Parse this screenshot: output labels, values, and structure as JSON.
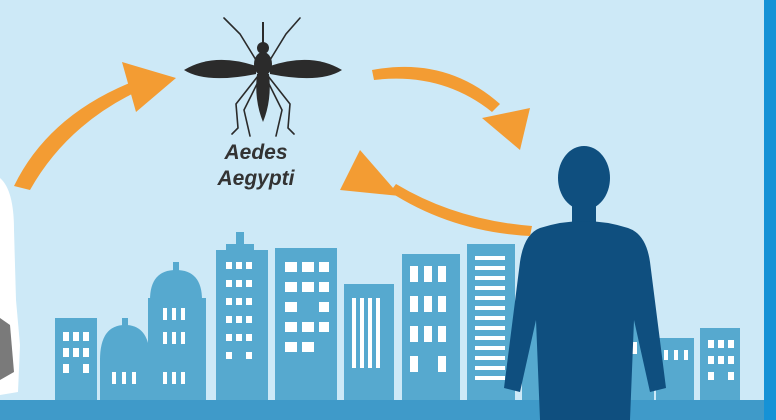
{
  "species_label": {
    "line1": "Aedes",
    "line2": "Aegypti"
  },
  "colors": {
    "sky": "#cde9f7",
    "buildings": "#56a9cf",
    "buildings_light": "#6cb8da",
    "ground": "#3f9ac9",
    "arrows": "#f39c33",
    "human": "#0f4f7f",
    "mosquito": "#2b2b2b",
    "right_border": "#1592d6"
  },
  "icons": [
    "mosquito-icon",
    "human-silhouette-icon",
    "city-skyline",
    "cycle-arrow-icon"
  ]
}
